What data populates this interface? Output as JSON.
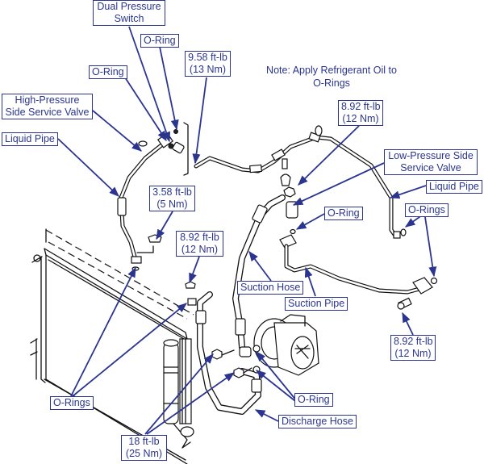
{
  "diagram": {
    "title": "A/C refrigerant line layout",
    "note": {
      "line1": "Note: Apply Refrigerant Oil to",
      "line2": "O-Rings"
    },
    "accent_color": "#2b3590",
    "labels": {
      "dual_pressure_switch": {
        "line1": "Dual Pressure",
        "line2": "Switch"
      },
      "o_ring_top": {
        "line1": "O-Ring"
      },
      "o_ring_left": {
        "line1": "O-Ring"
      },
      "torque_9_58": {
        "line1": "9.58 ft-lb",
        "line2": "(13 Nm)"
      },
      "high_pressure_valve": {
        "line1": "High-Pressure",
        "line2": "Side Service Valve"
      },
      "liquid_pipe_left": {
        "line1": "Liquid Pipe"
      },
      "torque_8_92_top": {
        "line1": "8.92 ft-lb",
        "line2": "(12 Nm)"
      },
      "low_pressure_valve": {
        "line1": "Low-Pressure Side",
        "line2": "Service Valve"
      },
      "liquid_pipe_right": {
        "line1": "Liquid Pipe"
      },
      "torque_3_58": {
        "line1": "3.58 ft-lb",
        "line2": "(5 Nm)"
      },
      "o_ring_mid": {
        "line1": "O-Ring"
      },
      "o_rings_right": {
        "line1": "O-Rings"
      },
      "torque_8_92_mid": {
        "line1": "8.92 ft-lb",
        "line2": "(12 Nm)"
      },
      "suction_hose": {
        "line1": "Suction Hose"
      },
      "suction_pipe": {
        "line1": "Suction Pipe"
      },
      "torque_8_92_right": {
        "line1": "8.92 ft-lb",
        "line2": "(12 Nm)"
      },
      "o_rings_left": {
        "line1": "O-Rings"
      },
      "o_ring_compressor": {
        "line1": "O-Ring"
      },
      "discharge_hose": {
        "line1": "Discharge Hose"
      },
      "torque_18": {
        "line1": "18 ft-lb",
        "line2": "(25 Nm)"
      }
    }
  }
}
